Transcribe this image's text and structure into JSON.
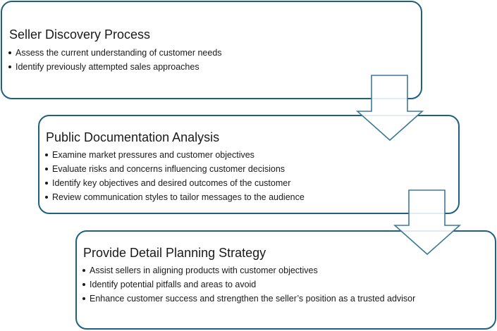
{
  "diagram": {
    "steps": [
      {
        "title": "Seller Discovery Process",
        "bullets": [
          "Assess the current understanding of customer needs",
          "Identify previously attempted sales approaches"
        ]
      },
      {
        "title": "Public Documentation Analysis",
        "bullets": [
          "Examine market pressures and customer objectives",
          "Evaluate risks and concerns influencing customer decisions",
          "Identify key objectives and desired outcomes of the customer",
          "Review communication styles to tailor messages to the audience"
        ]
      },
      {
        "title": "Provide Detail Planning Strategy",
        "bullets": [
          "Assist sellers in aligning products with customer objectives",
          "Identify potential pitfalls and areas to avoid",
          "Enhance customer success and strengthen the seller’s position as a trusted advisor"
        ]
      }
    ],
    "connectors": [
      {
        "from": 0,
        "to": 1,
        "icon": "down-arrow-icon"
      },
      {
        "from": 1,
        "to": 2,
        "icon": "down-arrow-icon"
      }
    ],
    "colors": {
      "border": "#1f5f80",
      "arrow_stroke": "#3c7a99",
      "arrow_fill": "#ffffff"
    }
  }
}
